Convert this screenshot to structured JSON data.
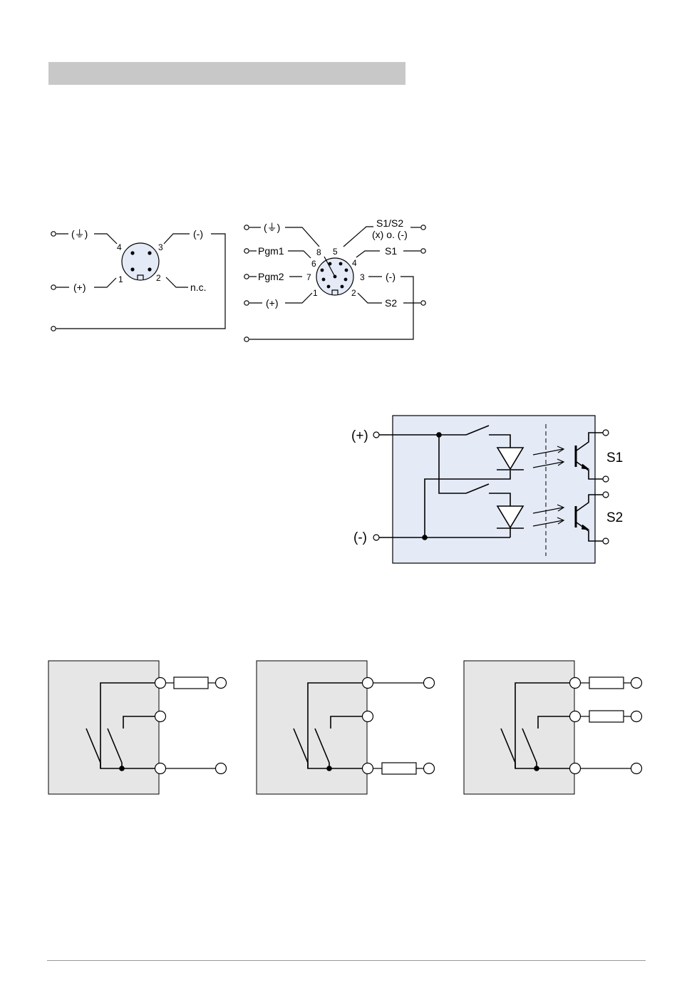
{
  "connector_4pin": {
    "pin_labels": {
      "p4": "4",
      "p3": "3",
      "p1": "1",
      "p2": "2"
    },
    "signals": {
      "ground": "(⏚)",
      "plus": "(+)",
      "minus": "(-)",
      "nc": "n.c."
    }
  },
  "connector_8pin": {
    "pin_labels": {
      "p8": "8",
      "p5": "5",
      "p6": "6",
      "p4": "4",
      "p7": "7",
      "p3": "3",
      "p1": "1",
      "p2": "2"
    },
    "signals": {
      "ground": "(⏚)",
      "pgm1": "Pgm1",
      "pgm2": "Pgm2",
      "plus": "(+)",
      "s1s2": "S1/S2",
      "s1s2_sub": "(x) o. (-)",
      "s1": "S1",
      "minus": "(-)",
      "s2": "S2"
    }
  },
  "optocoupler": {
    "plus": "(+)",
    "minus": "(-)",
    "s1": "S1",
    "s2": "S2"
  },
  "colors": {
    "panel_blue": "#e4eaf6",
    "panel_gray": "#e6e6e6",
    "header_gray": "#c8c8c8"
  }
}
